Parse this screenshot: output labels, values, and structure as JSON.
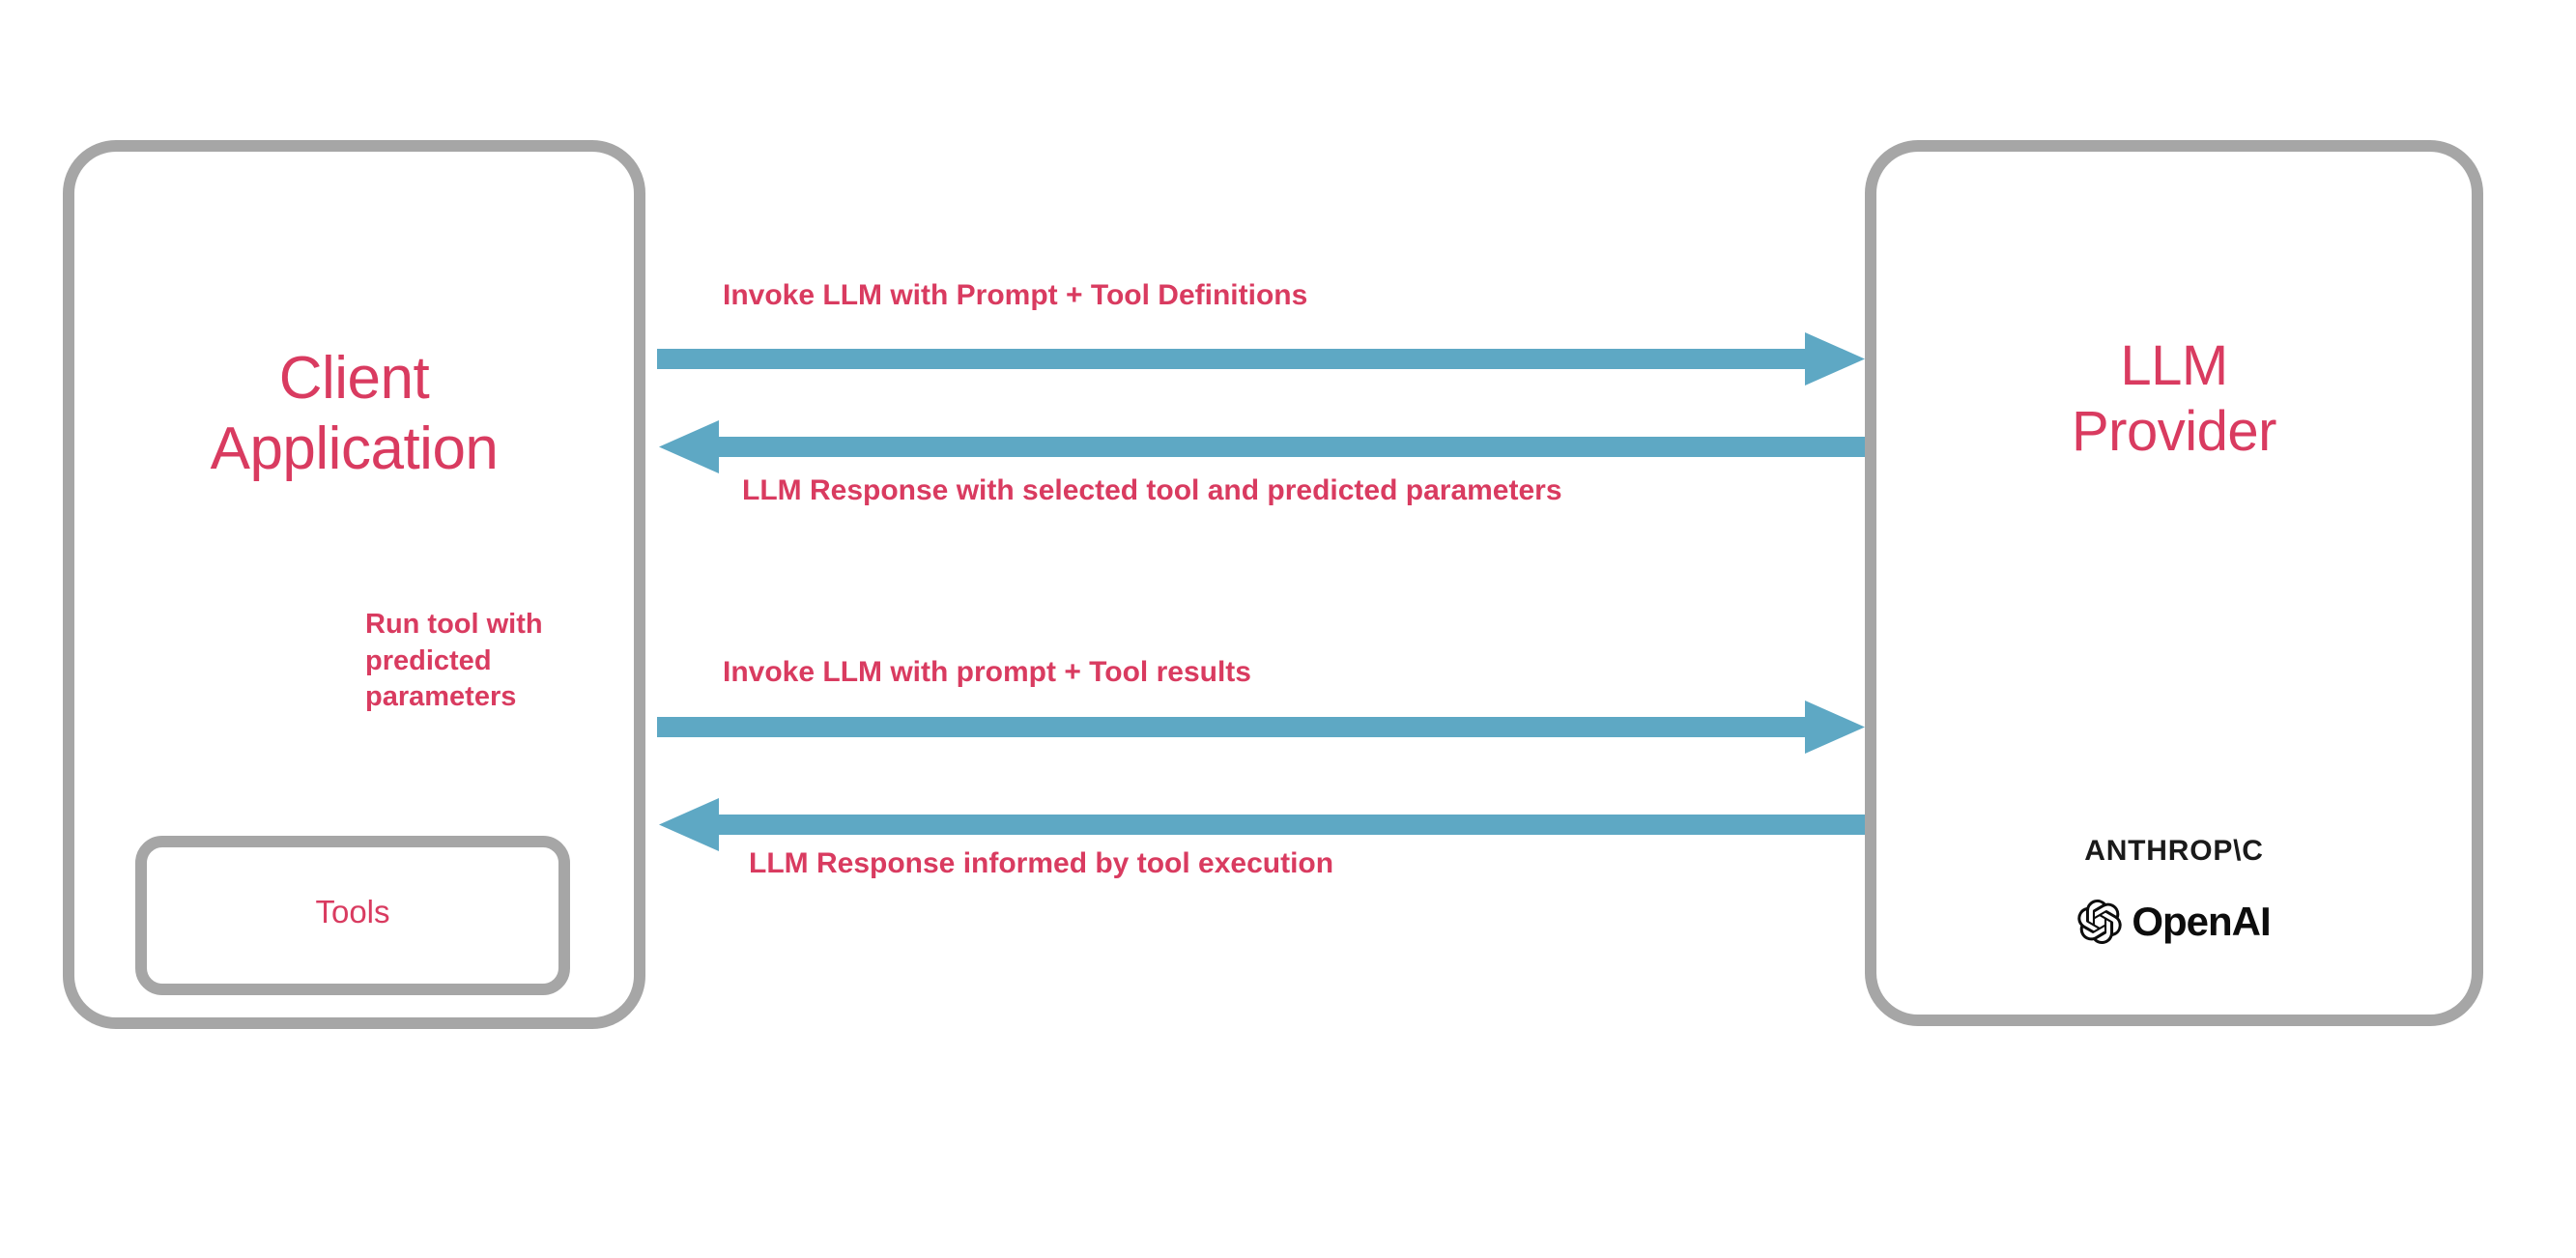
{
  "diagram": {
    "title": "LLM tool calling flow between client application and LLM provider",
    "background_color": "#ffffff",
    "accent_text_color": "#d93b60",
    "arrow_color": "#5ea8c4",
    "box_border_color": "#a6a6a6"
  },
  "nodes": {
    "client": {
      "label": "Client\nApplication",
      "tools": {
        "label": "Tools"
      }
    },
    "provider": {
      "label": "LLM\nProvider",
      "vendors": [
        {
          "name": "anthropic-wordmark",
          "text": "ANTHROP\\C"
        },
        {
          "name": "openai-wordmark",
          "text": "OpenAI",
          "icon": "openai-knot-icon"
        }
      ]
    }
  },
  "arrows": [
    {
      "id": "invoke-1",
      "label": "Invoke LLM with Prompt + Tool Definitions",
      "direction": "right",
      "from": "client",
      "to": "provider"
    },
    {
      "id": "response-1",
      "label": "LLM Response with selected tool and predicted parameters",
      "direction": "left",
      "from": "provider",
      "to": "client"
    },
    {
      "id": "run-tool",
      "label": "Run tool with\npredicted\nparameters",
      "direction": "down",
      "from": "client",
      "to": "tools"
    },
    {
      "id": "invoke-2",
      "label": "Invoke LLM with prompt + Tool results",
      "direction": "right",
      "from": "client",
      "to": "provider"
    },
    {
      "id": "response-2",
      "label": "LLM Response informed by tool execution",
      "direction": "left",
      "from": "provider",
      "to": "client"
    }
  ]
}
